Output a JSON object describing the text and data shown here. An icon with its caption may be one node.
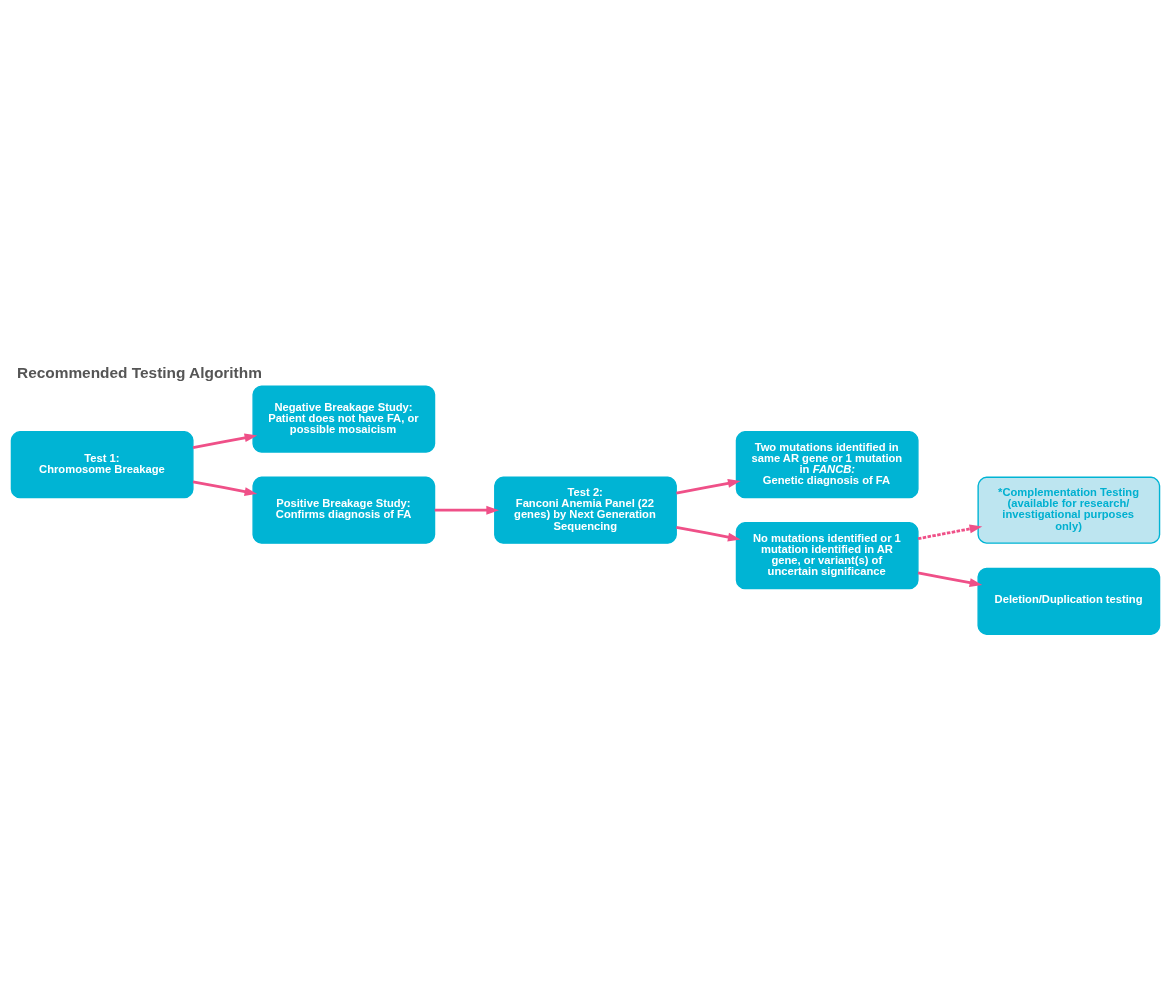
{
  "diagram": {
    "title": "Recommended Testing Algorithm",
    "nodes": [
      {
        "text": [
          "Test 1:",
          "Chromosome Breakage"
        ]
      },
      {
        "text": [
          "Negative Breakage Study:",
          "Patient does not have FA, or possible mosaicism"
        ]
      },
      {
        "text": [
          "Positive Breakage Study:",
          "Confirms diagnosis of FA"
        ]
      },
      {
        "text": [
          "Test 2:",
          "Fanconi Anemia Panel (22 genes) by Next Generation Sequencing"
        ]
      },
      {
        "text": [
          "Two mutations identified in same AR gene or 1 mutation in *FANCB:*",
          "Genetic diagnosis of FA"
        ]
      },
      {
        "text": [
          "No mutations identified or 1 mutation identified in AR gene, or variant(s) of uncertain significance"
        ]
      },
      {
        "text": [
          "*Complementation Testing (available for research/ investigational purposes only)"
        ]
      },
      {
        "text": [
          "Deletion/Duplication testing"
        ]
      }
    ],
    "edges": [
      {
        "from": 0,
        "to": 1,
        "arrow": "to"
      },
      {
        "from": 0,
        "to": 2,
        "arrow": "to"
      },
      {
        "from": 2,
        "to": 3,
        "arrow": "to"
      },
      {
        "from": 3,
        "to": 4,
        "arrow": "to"
      },
      {
        "from": 3,
        "to": 5,
        "arrow": "to"
      },
      {
        "from": 5,
        "to": 6,
        "arrow": "to",
        "style": "dashed"
      },
      {
        "from": 5,
        "to": 7,
        "arrow": "to"
      }
    ]
  }
}
